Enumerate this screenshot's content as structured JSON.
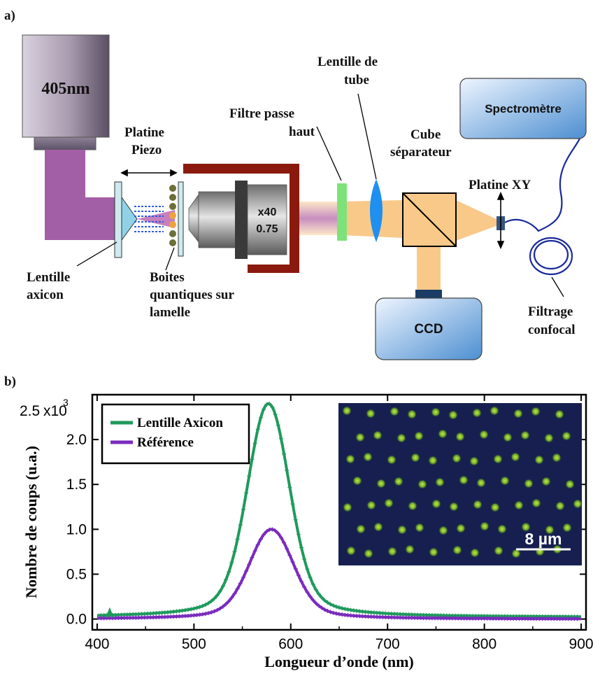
{
  "panel_a": {
    "label": "a)",
    "laser_label": "405nm",
    "platine_piezo": [
      "Platine",
      "Piezo"
    ],
    "lentille_axicon": [
      "Lentille",
      "axicon"
    ],
    "boites": [
      "Boites",
      "quantiques sur",
      "lamelle"
    ],
    "objective_mag": "x40",
    "objective_na": "0.75",
    "filtre": [
      "Filtre passe",
      "haut"
    ],
    "lentille_tube": [
      "Lentille de",
      "tube"
    ],
    "cube": [
      "Cube",
      "séparateur"
    ],
    "platine_xy": "Platine XY",
    "spectrometre": "Spectromètre",
    "ccd": "CCD",
    "filtrage": [
      "Filtrage",
      "confocal"
    ],
    "colors": {
      "laser": "#a35fa5",
      "objective_frame": "#8b1a0e",
      "filter": "#7ee27a",
      "lens": "#1f8ff0",
      "beam": "#f9c98a",
      "fiber": "#1a2a9a"
    }
  },
  "panel_b": {
    "label": "b)",
    "scale_bar": "8 µm"
  },
  "chart_data": {
    "type": "line",
    "xlabel": "Longueur d’onde (nm)",
    "ylabel": "Nombre de coups (u.a.)",
    "xlim": [
      395,
      905
    ],
    "ylim": [
      -0.12,
      2.5
    ],
    "y_scale_label": "x10",
    "y_scale_exp": "3",
    "x_ticks": [
      400,
      500,
      600,
      700,
      800,
      900
    ],
    "y_ticks": [
      {
        "value": 0.0,
        "label": "0.0"
      },
      {
        "value": 0.5,
        "label": "0.5"
      },
      {
        "value": 1.0,
        "label": "1.0"
      },
      {
        "value": 1.5,
        "label": "1.5"
      },
      {
        "value": 2.0,
        "label": "2.0"
      },
      {
        "value": 2.5,
        "label": "2.5"
      }
    ],
    "legend_position": "top-left",
    "series": [
      {
        "name": "Lentille Axicon",
        "color": "#1f9a5c",
        "peak_x": 577,
        "peak_y": 2.38,
        "width": 21,
        "baseline": 0.02
      },
      {
        "name": "Référence",
        "color": "#7a2bbd",
        "peak_x": 580,
        "peak_y": 1.0,
        "width": 22,
        "baseline": 0.0
      }
    ]
  }
}
